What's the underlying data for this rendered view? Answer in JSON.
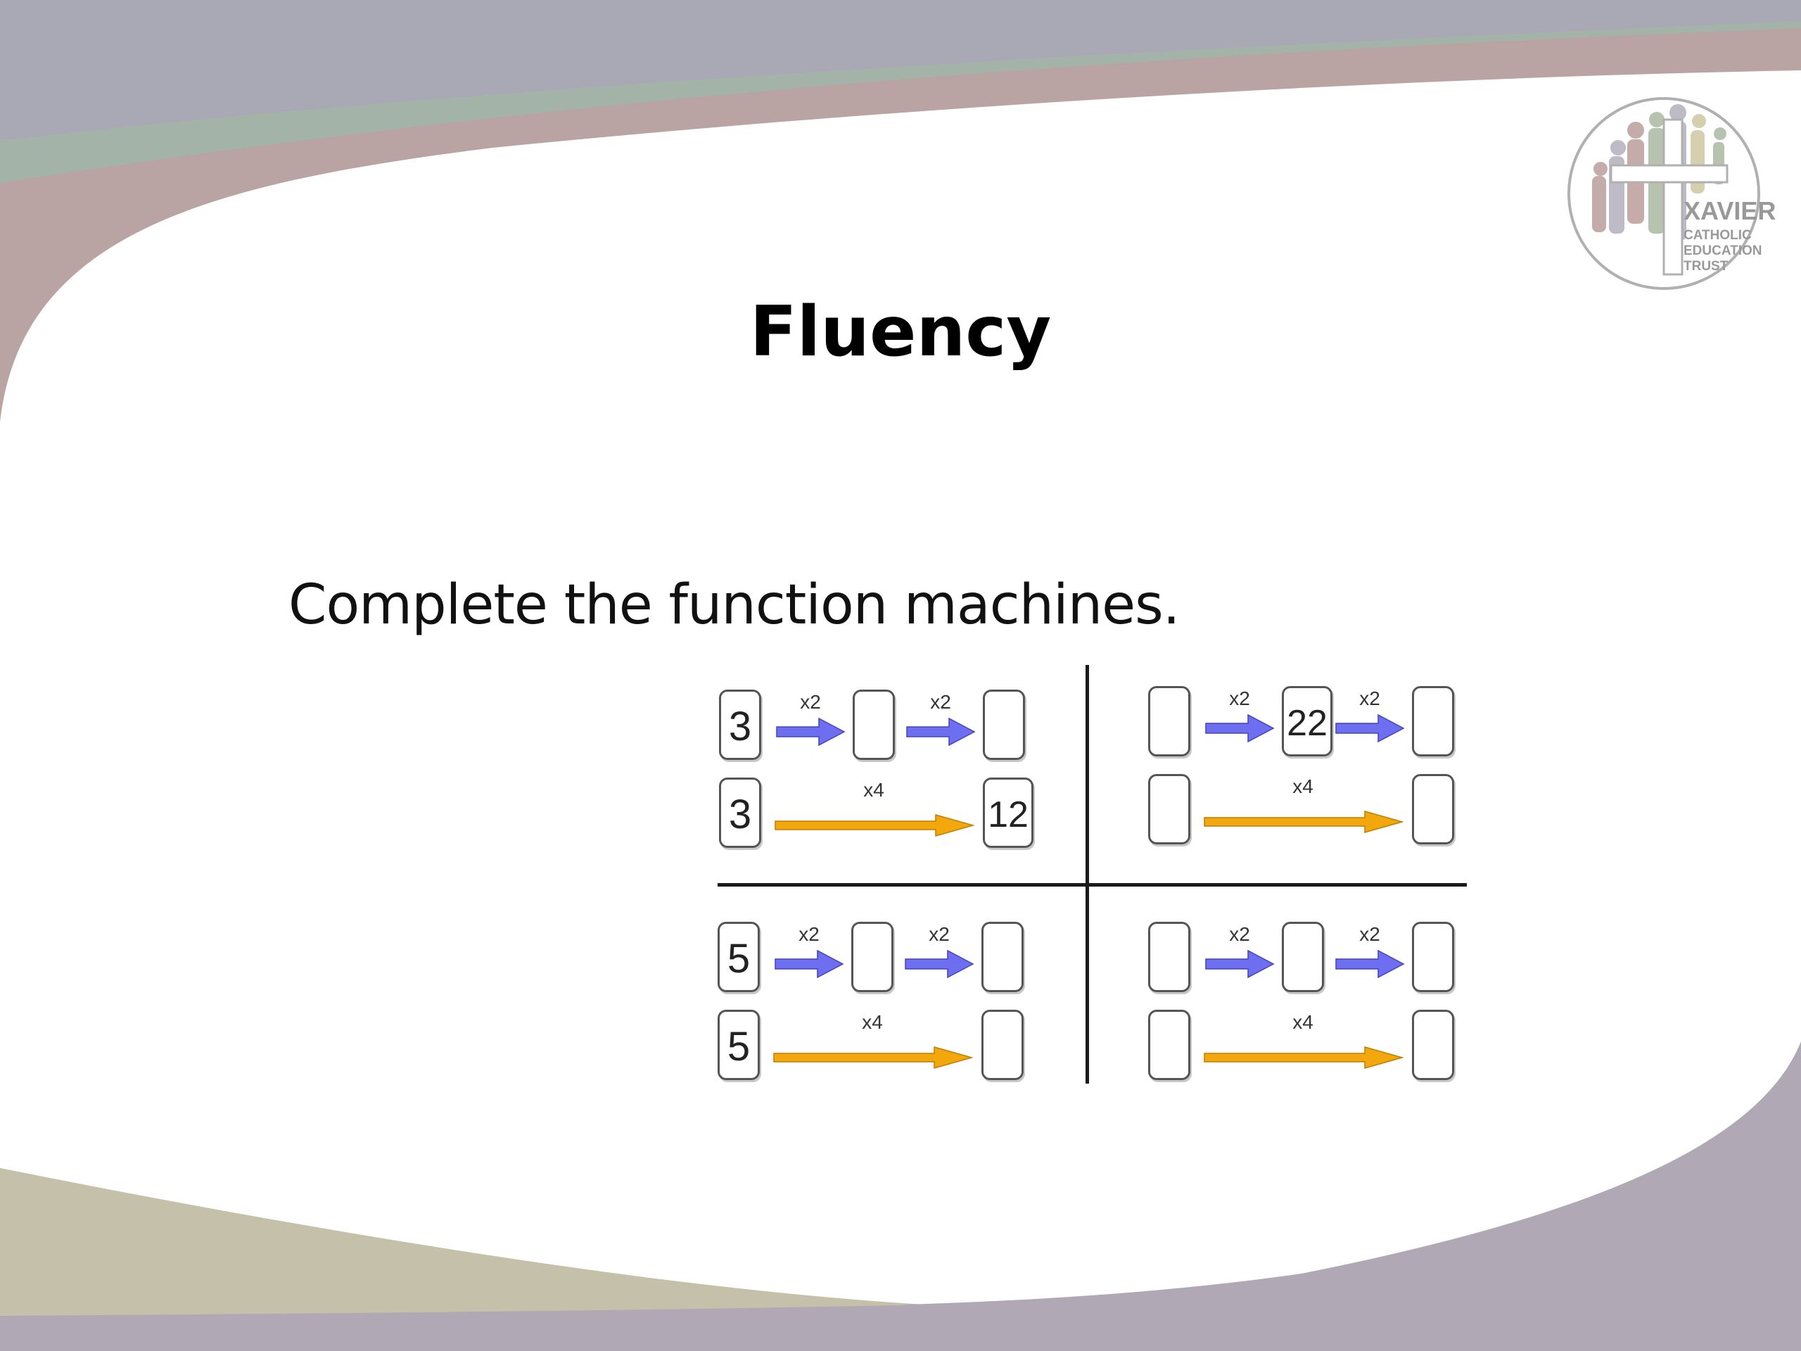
{
  "slide": {
    "title": "Fluency",
    "instruction": "Complete the function machines."
  },
  "logo": {
    "name": "XAVIER",
    "line1": "CATHOLIC",
    "line2": "EDUCATION",
    "line3": "TRUST"
  },
  "machines": [
    {
      "two_step": {
        "start": "3",
        "op1": "x2",
        "middle": "",
        "op2": "x2",
        "end": ""
      },
      "one_step": {
        "start": "3",
        "op": "x4",
        "end": "12"
      }
    },
    {
      "two_step": {
        "start": "",
        "op1": "x2",
        "middle": "22",
        "op2": "x2",
        "end": ""
      },
      "one_step": {
        "start": "",
        "op": "x4",
        "end": ""
      }
    },
    {
      "two_step": {
        "start": "5",
        "op1": "x2",
        "middle": "",
        "op2": "x2",
        "end": ""
      },
      "one_step": {
        "start": "5",
        "op": "x4",
        "end": ""
      }
    },
    {
      "two_step": {
        "start": "",
        "op1": "x2",
        "middle": "",
        "op2": "x2",
        "end": ""
      },
      "one_step": {
        "start": "",
        "op": "x4",
        "end": ""
      }
    }
  ],
  "colors": {
    "band_purple": "#a9a9b6",
    "band_green": "#a3b3a8",
    "band_rose": "#b9a3a3",
    "band_khaki": "#c4c0a9",
    "band_bottom_purple": "#b0a8b4",
    "arrow_blue": "#6d6ff0",
    "arrow_orange": "#f2a70c"
  }
}
